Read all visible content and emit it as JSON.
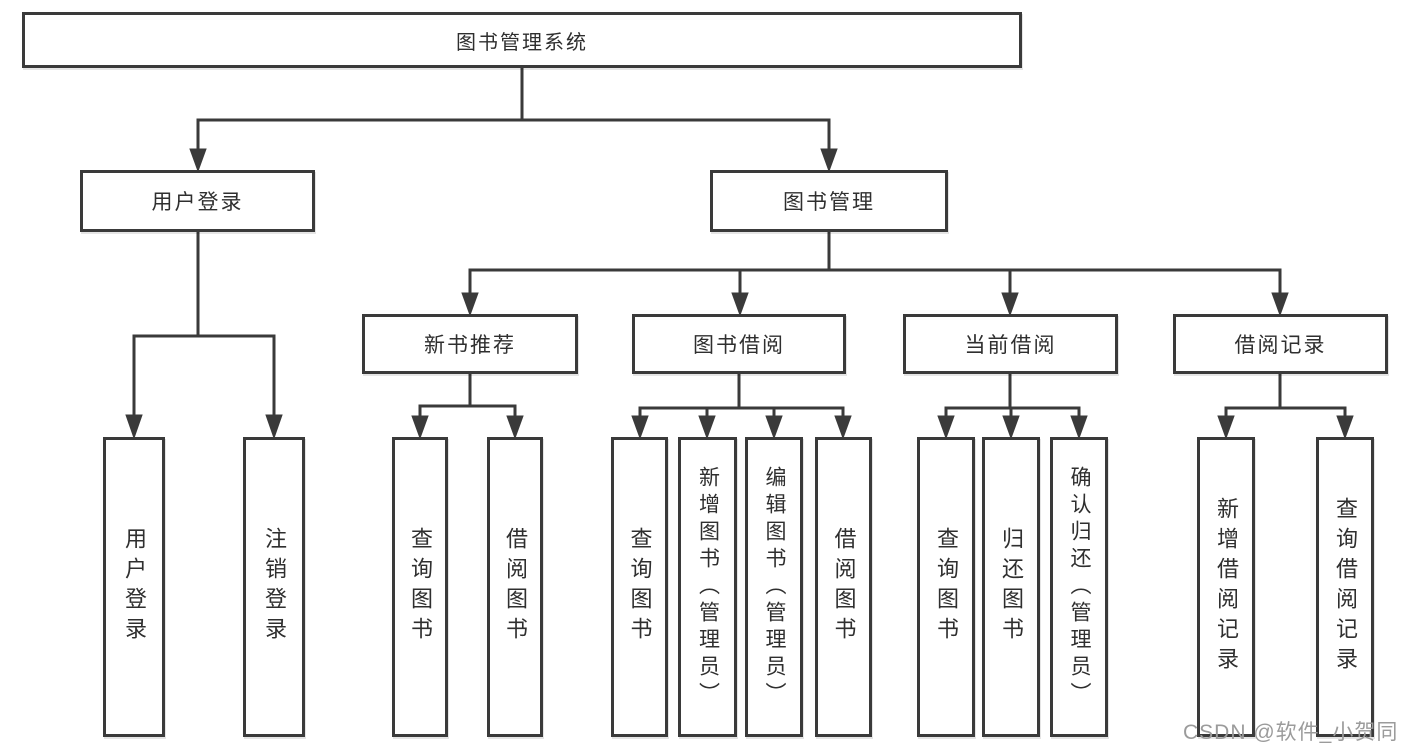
{
  "diagram": {
    "type": "tree",
    "title": "图书管理系统",
    "watermark": "CSDN @软件_小贺同学",
    "colors": {
      "line": "#3a3a3a",
      "box_border": "#3a3a3a",
      "box_fill": "#ffffff",
      "text": "#2f2f2f",
      "background": "#ffffff",
      "watermark": "#9b9b9b"
    },
    "nodes": {
      "root": {
        "label": "图书管理系统"
      },
      "user_login": {
        "label": "用户登录"
      },
      "book_mgmt": {
        "label": "图书管理"
      },
      "leaf_user_login": {
        "label": "用户登录"
      },
      "leaf_logout": {
        "label": "注销登录"
      },
      "new_book_rec": {
        "label": "新书推荐"
      },
      "book_borrow": {
        "label": "图书借阅"
      },
      "current_borrow": {
        "label": "当前借阅"
      },
      "borrow_records": {
        "label": "借阅记录"
      },
      "nb_query_books": {
        "label": "查询图书"
      },
      "nb_borrow_books": {
        "label": "借阅图书"
      },
      "bb_query_books": {
        "label": "查询图书"
      },
      "bb_add_books": {
        "label": "新增图书（管理员）"
      },
      "bb_edit_books": {
        "label": "编辑图书（管理员）"
      },
      "bb_borrow_books": {
        "label": "借阅图书"
      },
      "cb_query_books": {
        "label": "查询图书"
      },
      "cb_return_books": {
        "label": "归还图书"
      },
      "cb_confirm_return": {
        "label": "确认归还（管理员）"
      },
      "br_add_record": {
        "label": "新增借阅记录"
      },
      "br_query_record": {
        "label": "查询借阅记录"
      }
    },
    "hierarchy": {
      "图书管理系统": {
        "用户登录": [
          "用户登录",
          "注销登录"
        ],
        "图书管理": {
          "新书推荐": [
            "查询图书",
            "借阅图书"
          ],
          "图书借阅": [
            "查询图书",
            "新增图书（管理员）",
            "编辑图书（管理员）",
            "借阅图书"
          ],
          "当前借阅": [
            "查询图书",
            "归还图书",
            "确认归还（管理员）"
          ],
          "借阅记录": [
            "新增借阅记录",
            "查询借阅记录"
          ]
        }
      }
    }
  }
}
